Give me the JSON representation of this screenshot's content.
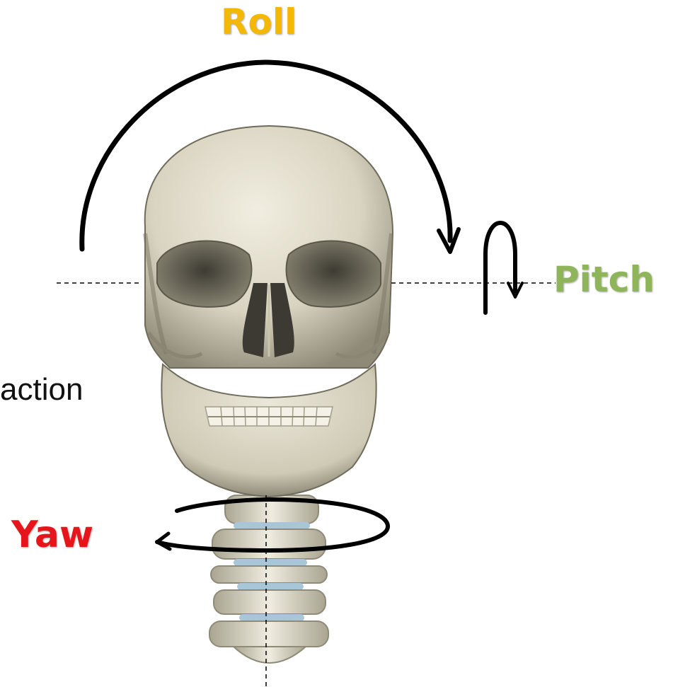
{
  "labels": {
    "roll": "Roll",
    "pitch": "Pitch",
    "yaw": "Yaw"
  },
  "side_text": "action",
  "colors": {
    "roll": "#f5b800",
    "pitch": "#8fb55a",
    "yaw": "#e8141b",
    "arrow": "#000000",
    "bone": "#e6e1cf",
    "bone_shadow": "#7d7a68",
    "disc": "#a9c6d8"
  },
  "figure": {
    "subject": "skull-with-cervical-spine",
    "axes": [
      "roll-axis",
      "pitch-axis",
      "yaw-axis"
    ]
  }
}
